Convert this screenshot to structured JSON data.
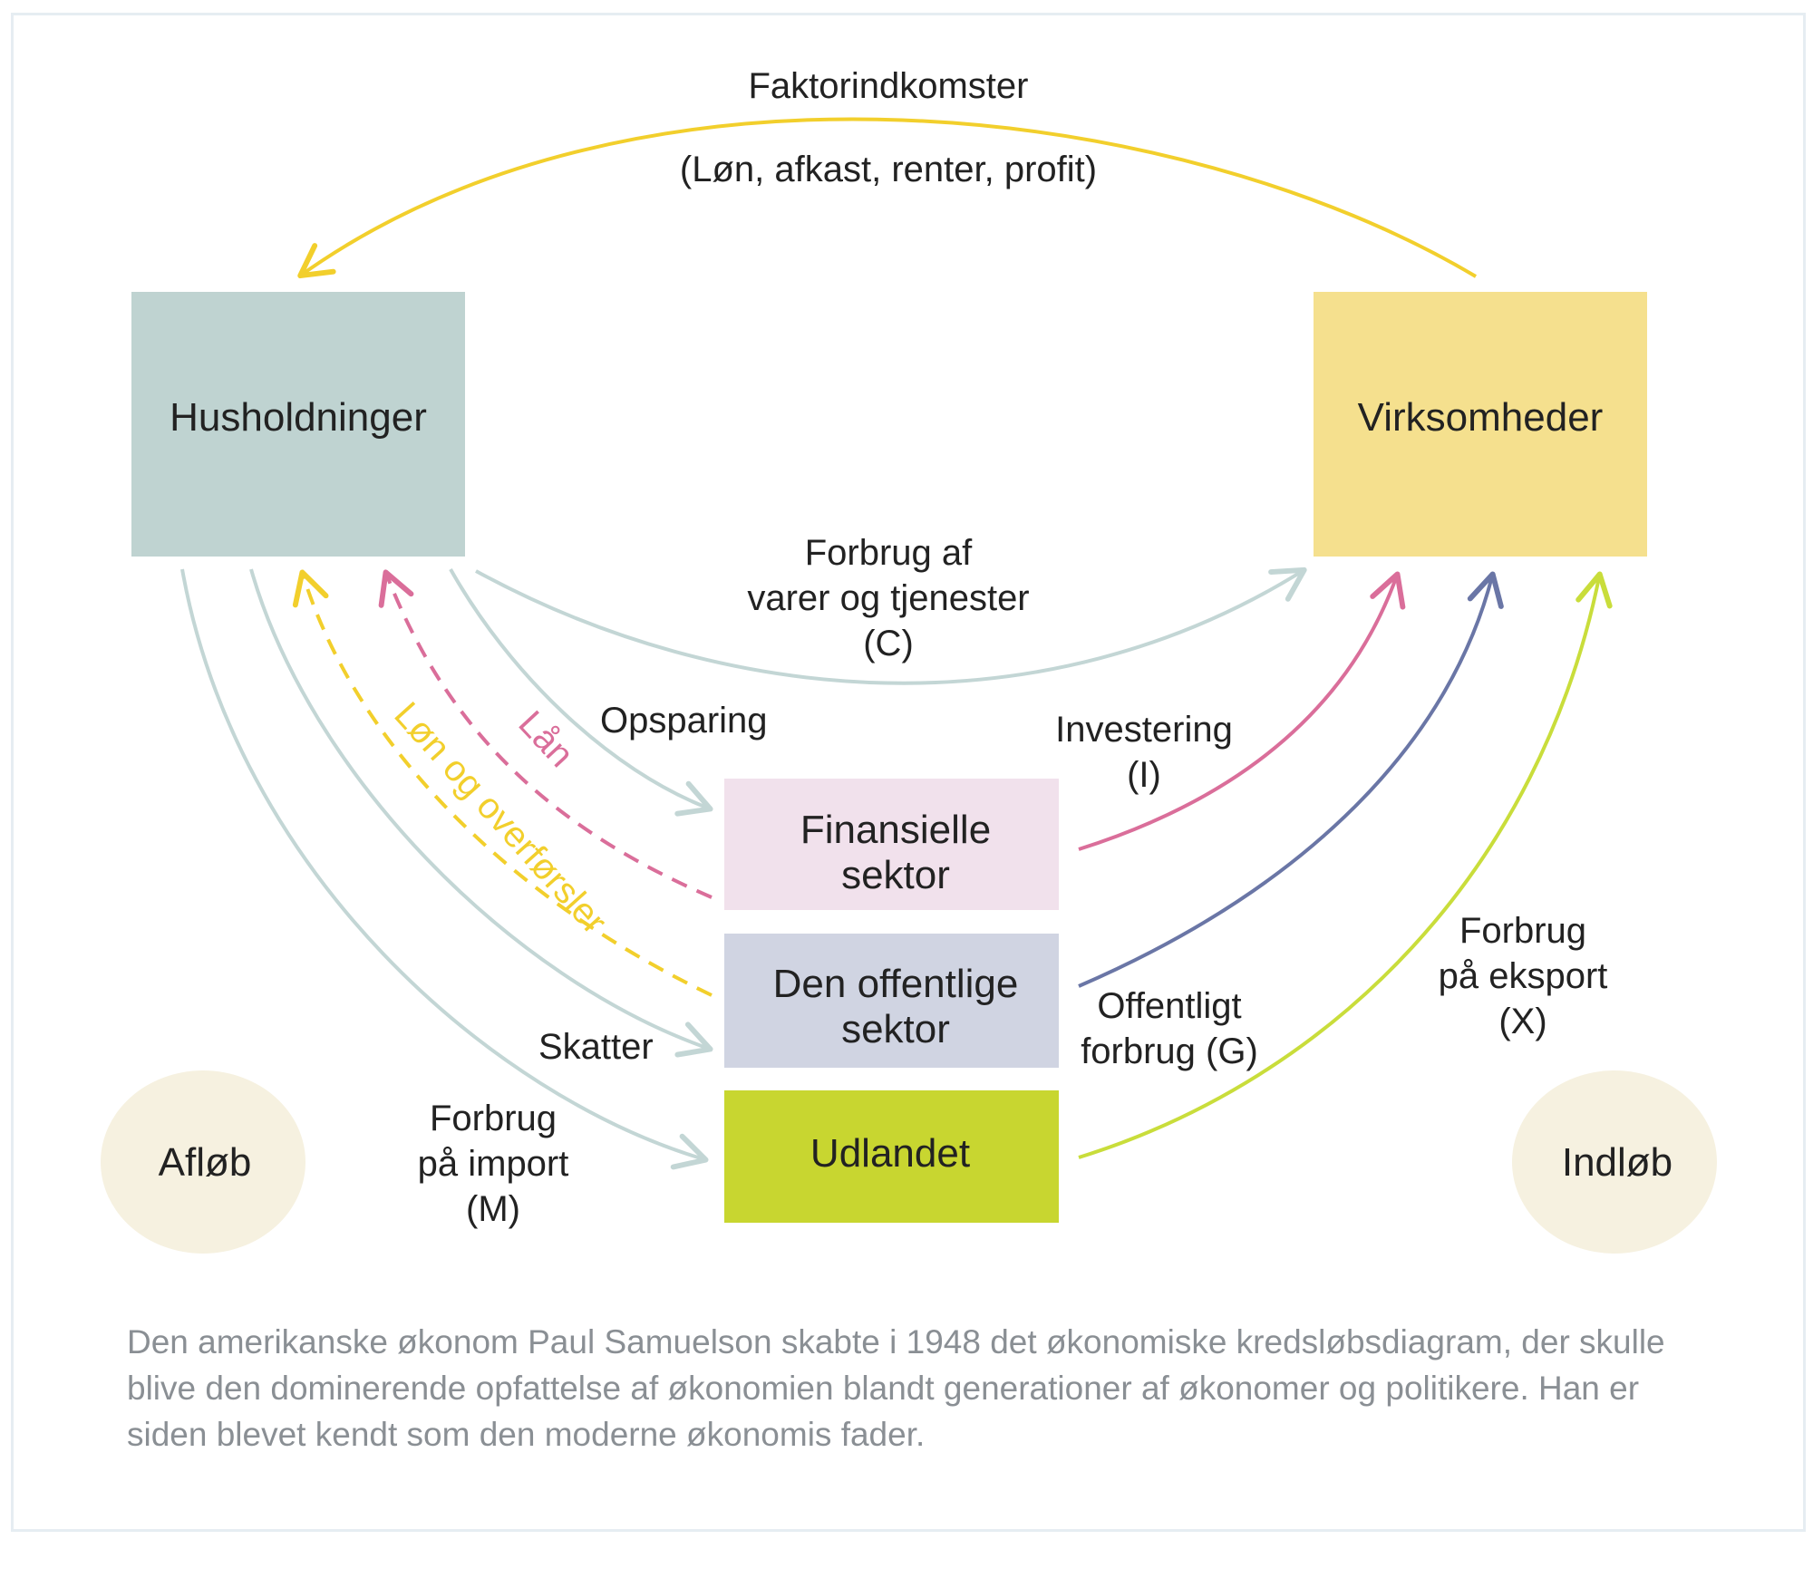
{
  "boxes": {
    "husholdninger": "Husholdninger",
    "virksomheder": "Virksomheder",
    "finansielle": [
      "Finansielle",
      "sektor"
    ],
    "offentlige": [
      "Den offentlige",
      "sektor"
    ],
    "udlandet": "Udlandet",
    "afloeb": "Afløb",
    "indloeb": "Indløb"
  },
  "flows": {
    "faktorindkomster": [
      "Faktorindkomster",
      "(Løn, afkast, renter, profit)"
    ],
    "forbrug_c": [
      "Forbrug af",
      "varer og tjenester",
      "(C)"
    ],
    "opsparing": "Opsparing",
    "laan": "Lån",
    "loen_overfoersler": "Løn og overførsler",
    "investering": [
      "Investering",
      "(I)"
    ],
    "offentligt_forbrug": [
      "Offentligt",
      "forbrug (G)"
    ],
    "skatter": "Skatter",
    "forbrug_import": [
      "Forbrug",
      "på import",
      "(M)"
    ],
    "forbrug_eksport": [
      "Forbrug",
      "på eksport",
      "(X)"
    ]
  },
  "caption": [
    "Den amerikanske økonom Paul Samuelson skabte i 1948 det økonomiske kredsløbsdiagram, der skulle",
    "blive den dominerende opfattelse af økonomien blandt generationer af økonomer og politikere. Han er",
    "siden blevet kendt som den moderne økonomis fader."
  ],
  "colors": {
    "husholdninger": "#bfd3d1",
    "virksomheder": "#f5e08e",
    "finansielle": "#f1e1ec",
    "offentlige": "#d0d4e2",
    "udlandet": "#c8d630",
    "ellipse": "#f6f1e0",
    "yellow_flow": "#f2cf2c",
    "teal_flow": "#c3d6d5",
    "pink_flow": "#da6e9a",
    "navy_flow": "#6a76a6",
    "green_flow": "#c9dd3b"
  }
}
